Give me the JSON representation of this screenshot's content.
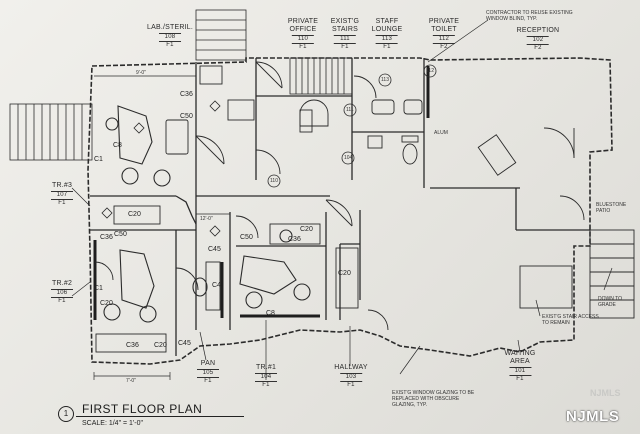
{
  "rooms": [
    {
      "id": "lab-steril",
      "lines": [
        "LAB./STERIL."
      ],
      "num": "108",
      "floor": "F1"
    },
    {
      "id": "private-office",
      "lines": [
        "PRIVATE",
        "OFFICE"
      ],
      "num": "110",
      "floor": "F1"
    },
    {
      "id": "existg-stairs",
      "lines": [
        "EXIST'G",
        "STAIRS"
      ],
      "num": "111",
      "floor": "F1"
    },
    {
      "id": "staff-lounge",
      "lines": [
        "STAFF",
        "LOUNGE"
      ],
      "num": "113",
      "floor": "F1"
    },
    {
      "id": "private-toilet",
      "lines": [
        "PRIVATE",
        "TOILET"
      ],
      "num": "112",
      "floor": "F2"
    },
    {
      "id": "reception",
      "lines": [
        "RECEPTION"
      ],
      "num": "102",
      "floor": "F2"
    },
    {
      "id": "tr3",
      "lines": [
        "TR.#3"
      ],
      "num": "107",
      "floor": "F1"
    },
    {
      "id": "tr2",
      "lines": [
        "TR.#2"
      ],
      "num": "106",
      "floor": "F1"
    },
    {
      "id": "pan",
      "lines": [
        "PAN"
      ],
      "num": "105",
      "floor": "F1"
    },
    {
      "id": "tr1",
      "lines": [
        "TR.#1"
      ],
      "num": "104",
      "floor": "F1"
    },
    {
      "id": "hallway",
      "lines": [
        "HALLWAY"
      ],
      "num": "103",
      "floor": "F1"
    },
    {
      "id": "waiting-area",
      "lines": [
        "WAITING",
        "AREA"
      ],
      "num": "101",
      "floor": "F1"
    }
  ],
  "tags": {
    "c36_a": "C36",
    "c50_a": "C50",
    "c8_a": "C8",
    "c1_a": "C1",
    "c20_a": "C20",
    "c36_b": "C36",
    "c50_b": "C50",
    "c45_a": "C45",
    "c4": "C4",
    "c20_b": "C20",
    "c36_c": "C36",
    "c20_c": "C20",
    "c45_b": "C45",
    "c1_b": "C1",
    "c50_c": "C50",
    "c20_d": "C20",
    "c36_d": "C36",
    "c8_b": "C8",
    "c20_e": "C20"
  },
  "notes": {
    "contractor": "CONTRACTOR TO REUSE EXISTING WINDOW BLIND, TYP.",
    "bluestone": "BLUESTONE PATIO",
    "grade": "DOWN TO GRADE",
    "existing_stair": "EXIST'G STAIR ACCESS TO REMAIN",
    "glazing": "EXIST'G WINDOW GLAZING TO BE REPLACED WITH OBSCURE GLAZING, TYP.",
    "alum": "ALUM",
    "door_tags": [
      "111",
      "110",
      "113",
      "112",
      "104"
    ],
    "dim_a": "9'-0\"",
    "dim_b": "12'-0\"",
    "dim_c": "7'-0\""
  },
  "title_block": {
    "number": "1",
    "title": "FIRST FLOOR PLAN",
    "scale": "SCALE:  1/4\" = 1'-0\""
  },
  "watermark": {
    "brand": "NJMLS",
    "faint": "NJMLS"
  }
}
